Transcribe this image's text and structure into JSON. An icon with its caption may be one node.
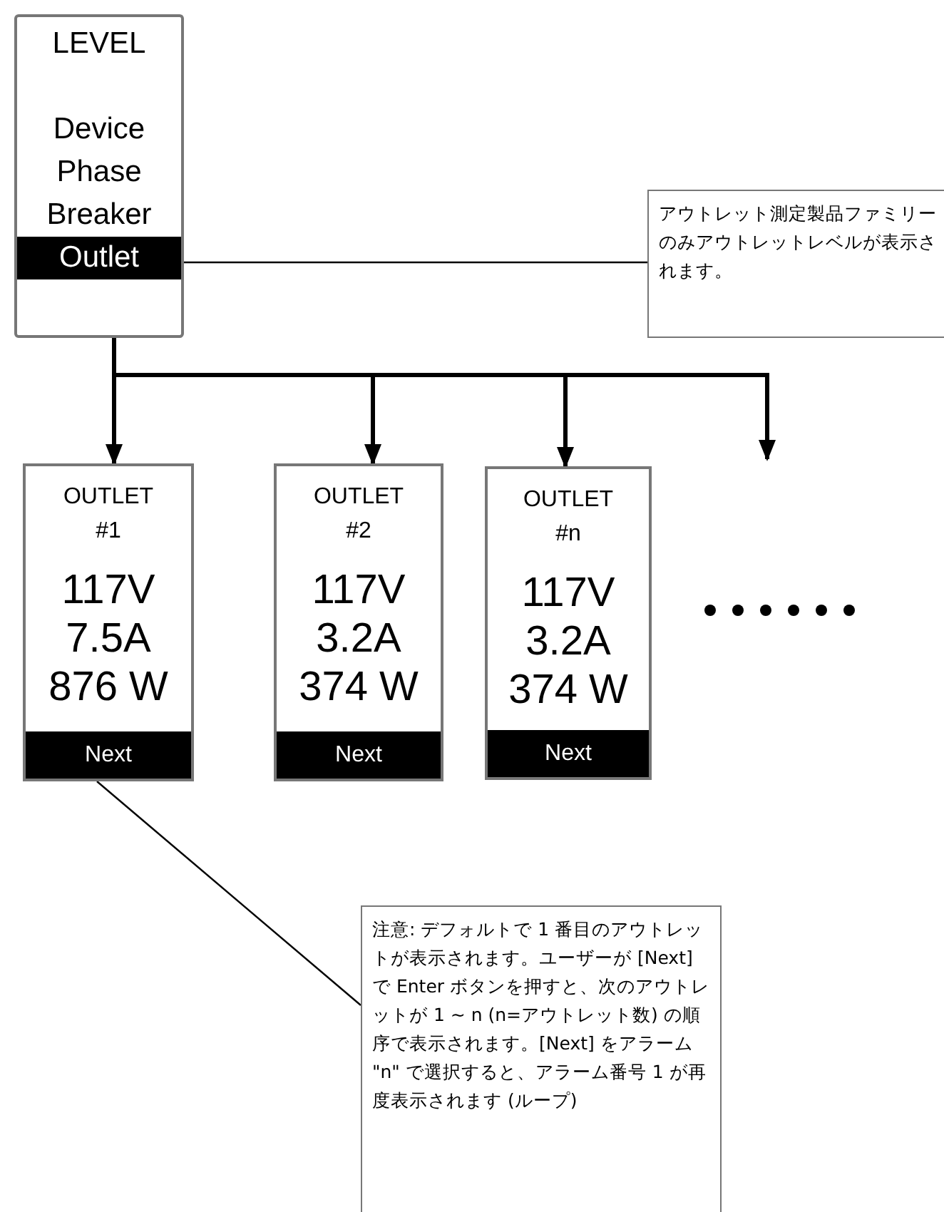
{
  "diagram": {
    "nodes": [
      {
        "text": [
          "LEVEL",
          "Device",
          "Phase",
          "Breaker",
          "Outlet"
        ]
      },
      {
        "text": [
          "アウトレット測定製品ファミリーのみアウトレットレベルが表示されます。"
        ]
      },
      {
        "text": [
          "OUTLET #1",
          "117V",
          "7.5A",
          "876 W",
          "Next"
        ]
      },
      {
        "text": [
          "OUTLET #2",
          "117V",
          "3.2A",
          "374 W",
          "Next"
        ]
      },
      {
        "text": [
          "OUTLET #n",
          "117V",
          "3.2A",
          "374 W",
          "Next"
        ]
      },
      {
        "text": [
          "注意: デフォルトで 1 番目のアウトレットが表示されます。ユーザーが [Next] で Enter ボタンを押すと、次のアウトレットが 1 ~ n (n=アウトレット数) の順序で表示されます。[Next] をアラーム \"n\" で選択すると、アラーム番号 1 が再度表示されます (ループ)"
        ]
      }
    ],
    "edges": [
      {
        "from": 0,
        "to": 2,
        "arrow": "to"
      },
      {
        "from": 0,
        "to": 3,
        "arrow": "to"
      },
      {
        "from": 0,
        "to": 4,
        "arrow": "to"
      },
      {
        "from": 0,
        "to": null,
        "arrow": "to"
      },
      {
        "from": 1,
        "to": 0,
        "arrow": "none"
      },
      {
        "from": 5,
        "to": 2,
        "arrow": "none"
      }
    ]
  }
}
